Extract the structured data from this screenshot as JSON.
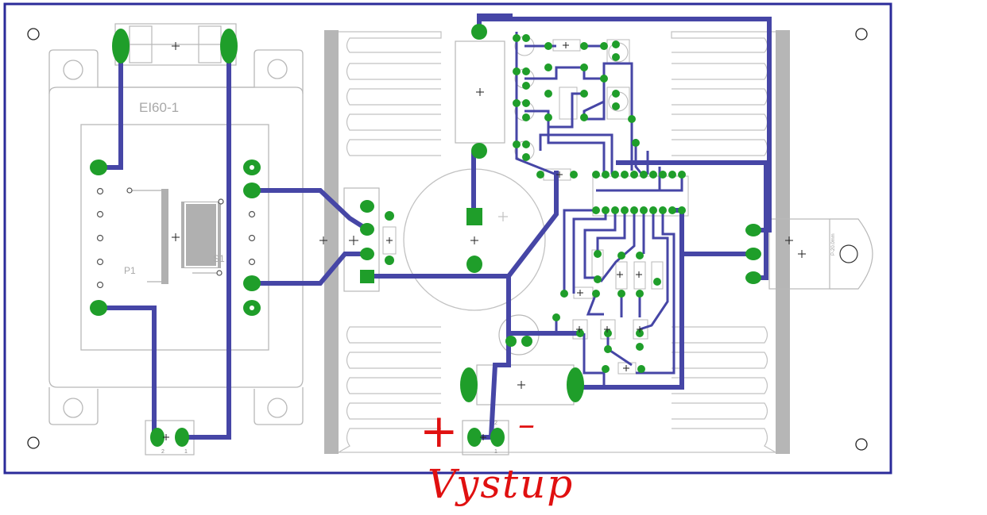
{
  "board": {
    "transformer_label": "EI60-1",
    "primary_label": "P1",
    "secondary_label": "S1",
    "regulator_label": "P-20.0mm",
    "connector_in_pins": [
      "2",
      "1"
    ],
    "output_pins": [
      "2",
      "1"
    ]
  },
  "annotation": {
    "plus": "+",
    "minus": "–",
    "caption": "Vystup"
  },
  "colors": {
    "trace": "#4646a6",
    "pad": "#1f9e2a",
    "outline": "#b8b8b8",
    "frame": "#2b2b9a",
    "annotation": "#e01010"
  }
}
